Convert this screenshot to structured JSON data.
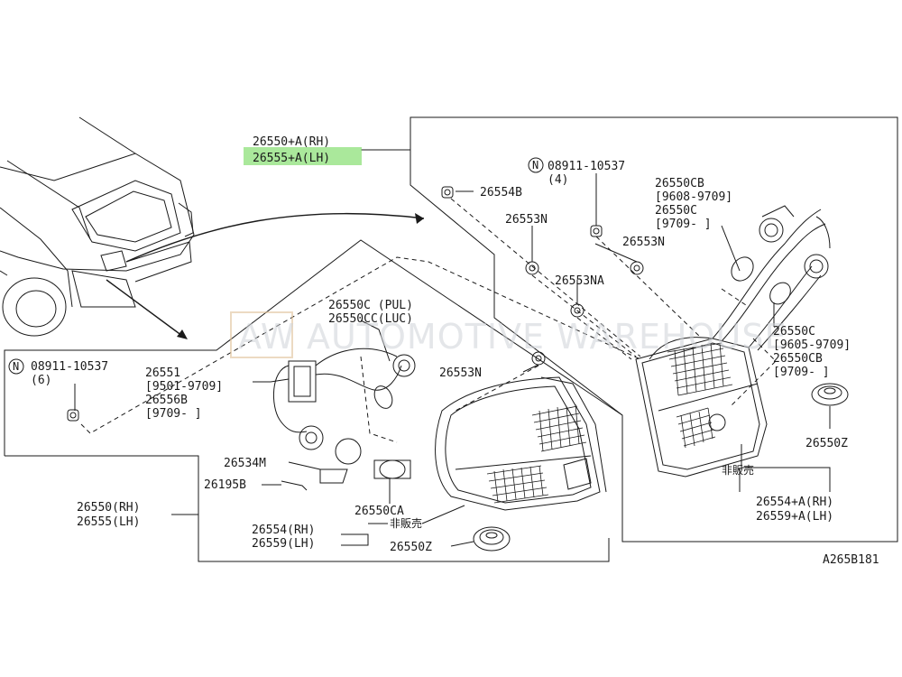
{
  "labels": {
    "assy_rh": "26550+A(RH)",
    "assy_lh": "26555+A(LH)",
    "nut_top": "26554B",
    "circle_n_top": "N",
    "bolt_top": "08911-10537",
    "bolt_top_qty": "(4)",
    "grommet_1": "26553N",
    "grommet_2": "26553N",
    "grommet_3": "26553NA",
    "bulb_cb_1": "26550CB",
    "bulb_cb_1_range": "[9608-9709]",
    "bulb_c_1": "26550C",
    "bulb_c_1_range": "[9709-    ]",
    "bulb_c_2": "26550C",
    "bulb_c_2_range": "[9605-9709]",
    "bulb_cb_2": "26550CB",
    "bulb_cb_2_range": "[9709-    ]",
    "socket_pul": "26550C (PUL)",
    "socket_luc": "26550CC(LUC)",
    "grommet_4": "26553N",
    "circle_n_left": "N",
    "bolt_left": "08911-10537",
    "bolt_left_qty": "(6)",
    "harness_a": "26551",
    "harness_a_range": "[9501-9709]",
    "harness_b": "26556B",
    "harness_b_range": "[9709-    ]",
    "packing": "26534M",
    "screw": "26195B",
    "bulb_ca": "26550CA",
    "lens_rh": "26554(RH)",
    "lens_lh": "26559(LH)",
    "not_for_sale_1": "非販売",
    "packing_z_1": "26550Z",
    "assy2_rh": "26550(RH)",
    "assy2_lh": "26555(LH)",
    "packing_z_2": "26550Z",
    "not_for_sale_2": "非販売",
    "lens2_rh": "26554+A(RH)",
    "lens2_lh": "26559+A(LH)",
    "diagram_code": "A265B181"
  },
  "watermark": {
    "logo": "AW",
    "text": "AUTOMOTIVE WAREHOUSE"
  },
  "colors": {
    "highlight": "#8ee07a",
    "ink": "#1a1a1a",
    "watermark": "#cfd3d8"
  }
}
